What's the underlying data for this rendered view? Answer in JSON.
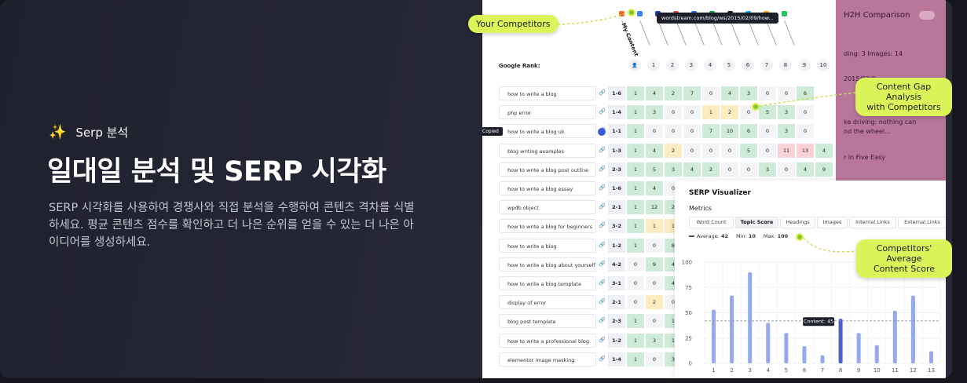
{
  "hero": {
    "eyebrow": "Serp 분석",
    "headline": "일대일 분석 및 SERP 시각화",
    "description": "SERP 시각화를 사용하여 경쟁사와 직접 분석을 수행하여 콘텐츠 격차를 식별하세요. 평균 콘텐츠 점수를 확인하고 더 나은 순위를 얻을 수 있는 더 나은 아이디어를 생성하세요."
  },
  "callouts": {
    "competitors": "Your Competitors",
    "gap": "Content Gap Analysis\nwith Competitors",
    "avg": "Competitors' Average\nContent Score"
  },
  "table": {
    "url_tooltip": "wordstream.com/blog/ws/2015/02/09/how...",
    "my_content": "My Content",
    "google_rank_label": "Google Rank:",
    "rank_headers": [
      "1",
      "2",
      "3",
      "4",
      "5",
      "6",
      "7",
      "8",
      "9",
      "10"
    ],
    "copied": "Copied",
    "rows": [
      {
        "kw": "how to write a blog",
        "rg": "1-6",
        "cells": [
          "1",
          "4",
          "2",
          "7",
          "0",
          "4",
          "3",
          "0",
          "0",
          "6"
        ],
        "tones": [
          "g",
          "g",
          "g",
          "g",
          "n",
          "g",
          "g",
          "n",
          "n",
          "g"
        ]
      },
      {
        "kw": "php error",
        "rg": "1-4",
        "cells": [
          "1",
          "3",
          "0",
          "0",
          "1",
          "2",
          "0",
          "5",
          "3",
          "0"
        ],
        "tones": [
          "g",
          "g",
          "n",
          "n",
          "y",
          "y",
          "n",
          "g",
          "g",
          "n"
        ]
      },
      {
        "kw": "how to write a blog uk",
        "rg": "1-1",
        "cells": [
          "1",
          "0",
          "0",
          "0",
          "7",
          "10",
          "6",
          "0",
          "3",
          "0"
        ],
        "tones": [
          "g",
          "n",
          "n",
          "n",
          "g",
          "g",
          "g",
          "n",
          "g",
          "n"
        ]
      },
      {
        "kw": "blog writing examples",
        "rg": "1-3",
        "cells": [
          "1",
          "4",
          "2",
          "0",
          "0",
          "0",
          "5",
          "0",
          "11",
          "13",
          "4"
        ],
        "tones": [
          "g",
          "g",
          "y",
          "n",
          "n",
          "n",
          "g",
          "n",
          "r",
          "r",
          "g"
        ]
      },
      {
        "kw": "how to write a blog post outline",
        "rg": "2-3",
        "cells": [
          "1",
          "5",
          "3",
          "4",
          "2",
          "0",
          "0",
          "3",
          "0",
          "4",
          "9"
        ],
        "tones": [
          "g",
          "g",
          "g",
          "g",
          "g",
          "n",
          "n",
          "g",
          "n",
          "g",
          "g"
        ]
      },
      {
        "kw": "how to write a blog essay",
        "rg": "1-6",
        "cells": [
          "1",
          "4",
          "0"
        ],
        "tones": [
          "g",
          "g",
          "n"
        ]
      },
      {
        "kw": "wpdb object",
        "rg": "2-1",
        "cells": [
          "1",
          "12",
          "2"
        ],
        "tones": [
          "g",
          "g",
          "g"
        ]
      },
      {
        "kw": "how to write a blog for beginners",
        "rg": "3-2",
        "cells": [
          "1",
          "1",
          "1"
        ],
        "tones": [
          "g",
          "y",
          "y"
        ]
      },
      {
        "kw": "how to write a blog",
        "rg": "1-2",
        "cells": [
          "1",
          "0",
          "8"
        ],
        "tones": [
          "g",
          "n",
          "g"
        ]
      },
      {
        "kw": "how to write a blog about yourself",
        "rg": "4-2",
        "cells": [
          "0",
          "9",
          "4"
        ],
        "tones": [
          "n",
          "g",
          "g"
        ]
      },
      {
        "kw": "how to write a blog template",
        "rg": "3-1",
        "cells": [
          "0",
          "0",
          "4"
        ],
        "tones": [
          "n",
          "n",
          "g"
        ]
      },
      {
        "kw": "display of error",
        "rg": "2-1",
        "cells": [
          "0",
          "2",
          "0"
        ],
        "tones": [
          "n",
          "y",
          "n"
        ]
      },
      {
        "kw": "blog post template",
        "rg": "2-3",
        "cells": [
          "1",
          "0",
          "1"
        ],
        "tones": [
          "g",
          "n",
          "g"
        ]
      },
      {
        "kw": "how to write a professional blog",
        "rg": "1-2",
        "cells": [
          "1",
          "3",
          "1"
        ],
        "tones": [
          "g",
          "g",
          "g"
        ]
      },
      {
        "kw": "elementor image masking",
        "rg": "1-4",
        "cells": [
          "1",
          "0",
          "3"
        ],
        "tones": [
          "g",
          "n",
          "g"
        ]
      }
    ]
  },
  "h2h": {
    "title": "H2H Comparison",
    "lines": [
      "ding: 3    Images: 14",
      "2015/02/0",
      "ke driving: nothing can",
      "nd the wheel...",
      "r in Five Easy"
    ]
  },
  "viz": {
    "title": "SERP Visualizer",
    "metrics_label": "Metrics",
    "tabs": [
      "Word Count",
      "Topic Score",
      "Headings",
      "Images",
      "Internal Links",
      "External Links"
    ],
    "active_tab": 1,
    "stats": {
      "average_label": "Average:",
      "average": "42",
      "min_label": "Min:",
      "min": "10",
      "max_label": "Max:",
      "max": "100"
    },
    "tooltip": "Content: 45"
  },
  "chart_data": {
    "type": "bar",
    "categories": [
      "1",
      "2",
      "3",
      "4",
      "5",
      "6",
      "7",
      "8",
      "9",
      "10",
      "11",
      "12",
      "13"
    ],
    "values": [
      53,
      67,
      90,
      40,
      30,
      17,
      8,
      44,
      30,
      18,
      52,
      67,
      12
    ],
    "highlight_index": 7,
    "average_line": 42,
    "ylim": [
      0,
      100
    ],
    "yticks": [
      0,
      25,
      50,
      75,
      100
    ],
    "title": "",
    "xlabel": "",
    "ylabel": "",
    "grid": true,
    "colors": {
      "bar": "#97a7f0",
      "highlight": "#4a5fd0",
      "avg": "#9aa0aa"
    }
  }
}
